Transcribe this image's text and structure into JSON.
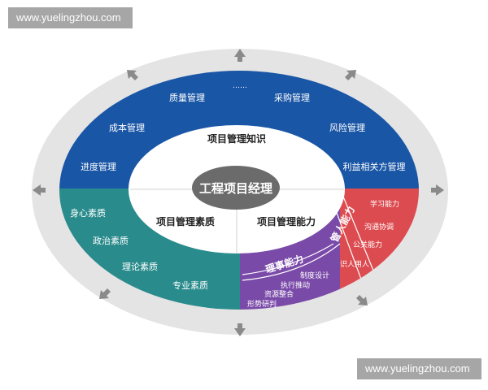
{
  "watermark_top": "www.yuelingzhou.com",
  "watermark_bottom": "www.yuelingzhou.com",
  "center": "工程项目经理",
  "inner": {
    "knowledge": "项目管理知识",
    "quality": "项目管理素质",
    "ability": "项目管理能力"
  },
  "knowledge_items": [
    "质量管理",
    "……",
    "采购管理",
    "成本管理",
    "风险管理",
    "进度管理",
    "利益相关方管理"
  ],
  "quality_items": [
    "身心素质",
    "政治素质",
    "理论素质",
    "专业素质"
  ],
  "people_ability": {
    "title": "管人能力",
    "items": [
      "学习能力",
      "沟通协调",
      "公关能力",
      "识人用人"
    ]
  },
  "affairs_ability": {
    "title": "理事能力",
    "items": [
      "制度设计",
      "执行推动",
      "资源整合",
      "形势研判"
    ]
  },
  "arrow_icons": [
    "arrow-up-icon",
    "arrow-down-icon",
    "arrow-left-icon",
    "arrow-right-icon",
    "arrow-upleft-icon",
    "arrow-upright-icon",
    "arrow-downleft-icon",
    "arrow-downright-icon"
  ],
  "colors": {
    "outer_ring": "#e4e4e4",
    "knowledge_blue": "#1a56a6",
    "quality_teal": "#2a8b8c",
    "people_red": "#dc4b50",
    "affairs_purple": "#7a4aa8",
    "center_gray": "#6b6b6b",
    "inner_white": "#ffffff"
  }
}
